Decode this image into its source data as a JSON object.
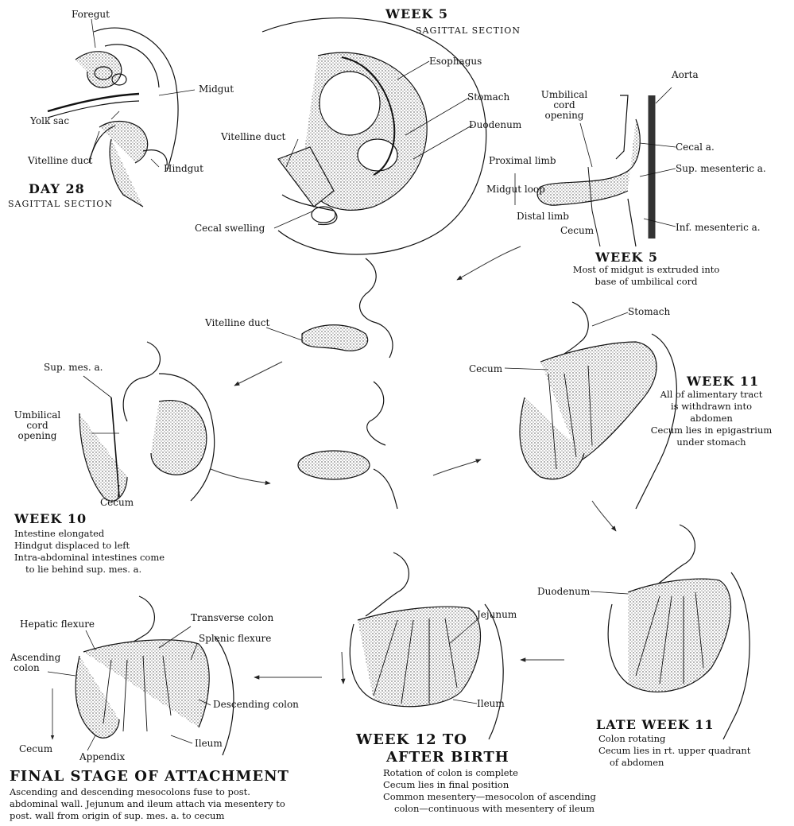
{
  "day28": {
    "title": "DAY 28",
    "subtitle": "SAGITTAL SECTION",
    "labels": {
      "foregut": "Foregut",
      "midgut": "Midgut",
      "yolk_sac": "Yolk sac",
      "vitelline_duct": "Vitelline duct",
      "hindgut": "Hindgut"
    }
  },
  "week5_sagittal": {
    "title": "WEEK 5",
    "subtitle": "SAGITTAL SECTION",
    "labels": {
      "esophagus": "Esophagus",
      "stomach": "Stomach",
      "duodenum": "Duodenum",
      "vitelline_duct": "Vitelline duct",
      "cecal_swelling": "Cecal swelling"
    }
  },
  "week5_loop": {
    "title": "WEEK 5",
    "caption": [
      "Most of midgut is extruded into",
      "base of umbilical cord"
    ],
    "labels": {
      "aorta": "Aorta",
      "umbilical_cord_opening_1": "Umbilical",
      "umbilical_cord_opening_2": "cord",
      "umbilical_cord_opening_3": "opening",
      "cecal_a": "Cecal a.",
      "proximal_limb": "Proximal limb",
      "midgut_loop": "Midgut loop",
      "sup_mesenteric_a": "Sup. mesenteric a.",
      "distal_limb": "Distal limb",
      "cecum": "Cecum",
      "inf_mesenteric_a": "Inf. mesenteric a."
    }
  },
  "center": {
    "labels": {
      "vitelline_duct": "Vitelline duct"
    }
  },
  "week10": {
    "title": "WEEK 10",
    "caption": [
      "Intestine elongated",
      "Hindgut displaced to left",
      "Intra-abdominal intestines come",
      "to lie behind sup. mes. a."
    ],
    "labels": {
      "sup_mes_a": "Sup. mes. a.",
      "umbilical_1": "Umbilical",
      "umbilical_2": "cord",
      "umbilical_3": "opening",
      "cecum": "Cecum"
    }
  },
  "week11": {
    "title": "WEEK 11",
    "caption": [
      "All of alimentary tract",
      "is withdrawn into",
      "abdomen",
      "Cecum lies in epigastrium",
      "under stomach"
    ],
    "labels": {
      "stomach": "Stomach",
      "cecum": "Cecum"
    }
  },
  "late_week11": {
    "title": "LATE WEEK 11",
    "caption": [
      "Colon rotating",
      "Cecum lies in rt. upper quadrant",
      "of abdomen"
    ],
    "labels": {
      "duodenum": "Duodenum"
    }
  },
  "week12": {
    "title_1": "WEEK 12 TO",
    "title_2": "AFTER BIRTH",
    "caption": [
      "Rotation of colon is complete",
      "Cecum lies in final position",
      "Common mesentery—mesocolon of ascending",
      "colon—continuous with mesentery of ileum"
    ],
    "labels": {
      "jejunum": "Jejunum",
      "ileum": "Ileum"
    }
  },
  "final": {
    "title": "FINAL STAGE OF ATTACHMENT",
    "caption": [
      "Ascending and descending mesocolons fuse to post.",
      "abdominal wall. Jejunum and ileum attach via mesentery to",
      "post. wall from origin of sup. mes. a. to cecum"
    ],
    "labels": {
      "hepatic_flexure": "Hepatic flexure",
      "transverse_colon": "Transverse colon",
      "splenic_flexure": "Splenic flexure",
      "ascending_colon_1": "Ascending",
      "ascending_colon_2": "colon",
      "descending_colon": "Descending colon",
      "cecum": "Cecum",
      "appendix": "Appendix",
      "ileum": "Ileum"
    }
  }
}
